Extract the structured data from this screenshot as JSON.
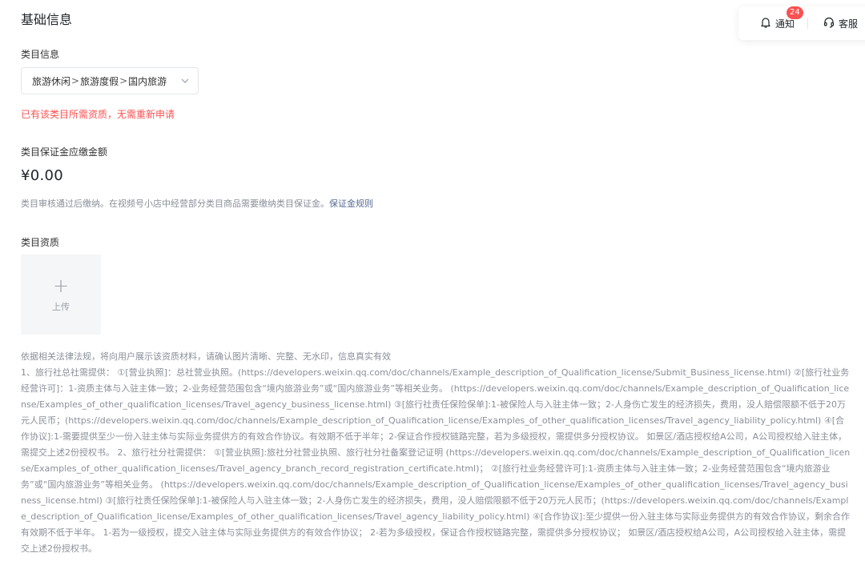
{
  "page": {
    "title": "基础信息"
  },
  "category": {
    "label": "类目信息",
    "path": [
      "旅游休闲",
      "旅游度假",
      "国内旅游"
    ],
    "separator": ">",
    "notice": "已有该类目所需资质，无需重新申请"
  },
  "deposit": {
    "label": "类目保证金应缴金额",
    "amount": "¥0.00",
    "note": "类目审核通过后缴纳。在视频号小店中经营部分类目商品需要缴纳类目保证金。",
    "rule_link": "保证金规则"
  },
  "qualification": {
    "label": "类目资质",
    "upload_label": "上传",
    "upload_plus": "+",
    "intro": "依据相关法律法规，将向用户展示该资质材料，请确认图片清晰、完整、无水印，信息真实有效",
    "requirements": "1、旅行社总社需提供： ①[营业执照]：总社营业执照。(https://developers.weixin.qq.com/doc/channels/Example_description_of_Qualification_license/Submit_Business_license.html) ②[旅行社业务经营许可]：1-资质主体与入驻主体一致；2-业务经营范围包含“境内旅游业务”或“国内旅游业务”等相关业务。 (https://developers.weixin.qq.com/doc/channels/Example_description_of_Qualification_license/Examples_of_other_qualification_licenses/Travel_agency_business_license.html) ③[旅行社责任保险保单]:1-被保险人与入驻主体一致；2-人身伤亡发生的经济损失，费用，没人赔偿限额不低于20万元人民币；(https://developers.weixin.qq.com/doc/channels/Example_description_of_Qualification_license/Examples_of_other_qualification_licenses/Travel_agency_liability_policy.html) ④[合作协议]:1-需要提供至少一份入驻主体与实际业务提供方的有效合作协议。有效期不低于半年；2-保证合作授权链路完整，若为多级授权，需提供多分授权协议。 如景区/酒店授权给A公司，A公司授权给入驻主体，需提交上述2份授权书。 2、旅行社分社需提供： ①[营业执照]:旅社分社营业执照、旅行社分社备案登记证明 (https://developers.weixin.qq.com/doc/channels/Example_description_of_Qualification_license/Examples_of_other_qualification_licenses/Travel_agency_branch_record_registration_certificate.html)； ②[旅行社业务经营许可]:1-资质主体与入驻主体一致；2-业务经营范围包含“境内旅游业务”或“国内旅游业务”等相关业务。 (https://developers.weixin.qq.com/doc/channels/Example_description_of_Qualification_license/Examples_of_other_qualification_licenses/Travel_agency_business_license.html) ③[旅行社责任保险保单]:1-被保险人与入驻主体一致；2-人身伤亡发生的经济损失，费用，没人赔偿限额不低于20万元人民币；(https://developers.weixin.qq.com/doc/channels/Example_description_of_Qualification_license/Examples_of_other_qualification_licenses/Travel_agency_liability_policy.html) ④[合作协议]:至少提供一份入驻主体与实际业务提供方的有效合作协议，剩余合作有效期不低于半年。 1-若为一级授权，提交入驻主体与实际业务提供方的有效合作协议； 2-若为多级授权，保证合作授权链路完整，需提供多分授权协议； 如景区/酒店授权给A公司，A公司授权给入驻主体，需提交上述2份授权书。"
  },
  "topbar": {
    "notify_label": "通知",
    "notify_count": "24",
    "service_label": "客服"
  },
  "colors": {
    "notice": "#fa5151",
    "link": "#576b95",
    "badge": "#fa5151"
  }
}
